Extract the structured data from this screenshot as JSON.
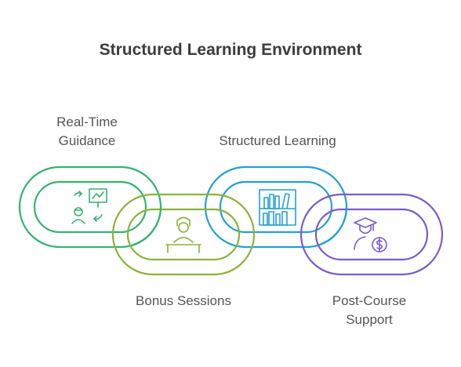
{
  "title": "Structured Learning Environment",
  "links": [
    {
      "label_lines": [
        "Real-Time",
        "Guidance"
      ],
      "color": "#34b36f",
      "icon": "teaching-board-icon"
    },
    {
      "label_lines": [
        "Bonus Sessions"
      ],
      "color": "#8bb33a",
      "icon": "student-at-desk-icon"
    },
    {
      "label_lines": [
        "Structured Learning"
      ],
      "color": "#24a0d3",
      "icon": "bookshelf-icon"
    },
    {
      "label_lines": [
        "Post-Course",
        "Support"
      ],
      "color": "#7a5ccc",
      "icon": "graduate-dollar-icon"
    }
  ]
}
